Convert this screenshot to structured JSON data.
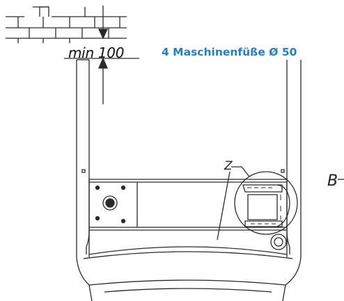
{
  "dimension": {
    "text": "min 100"
  },
  "note": {
    "text": "4 Maschinenfüße Ø 50"
  },
  "detail_marker": {
    "text": "Z"
  },
  "view_marker": {
    "text": "B"
  },
  "colors": {
    "line": "#2a2a2a",
    "note": "#1f7fd0"
  }
}
